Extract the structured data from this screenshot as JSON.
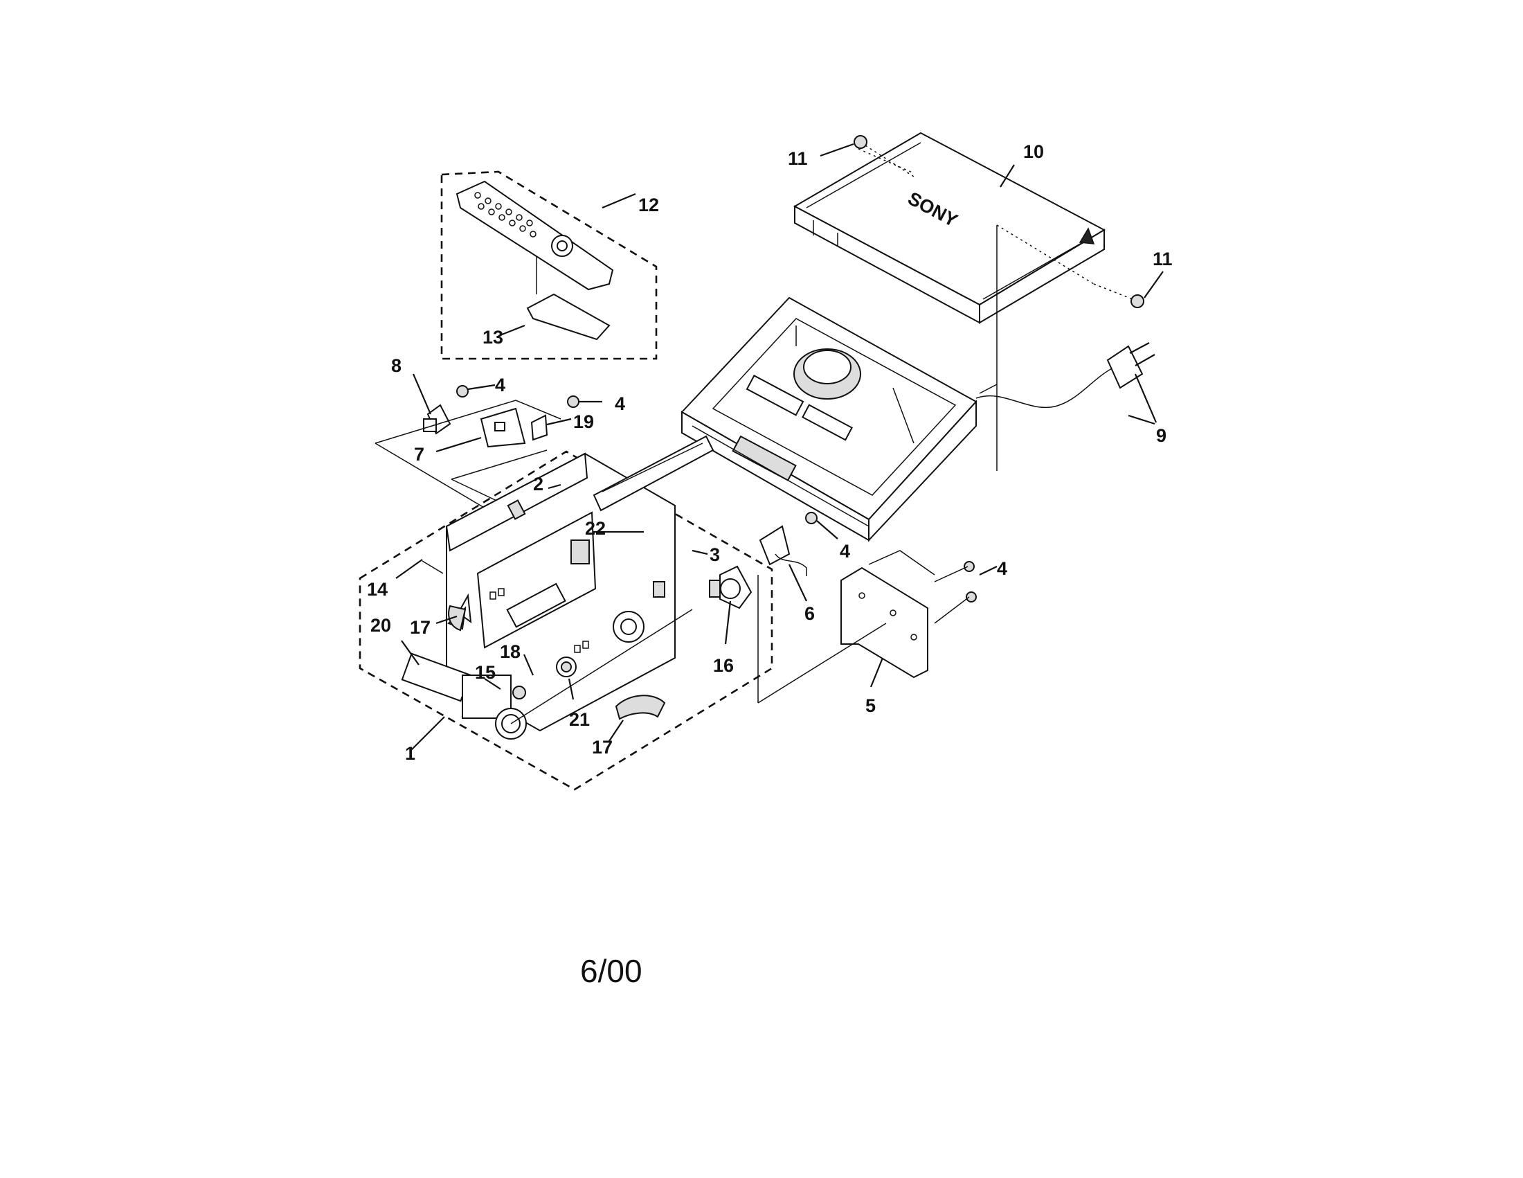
{
  "diagram": {
    "date_code": "6/00",
    "brand_mark": "SONY",
    "callouts": [
      {
        "id": "c1",
        "label": "1"
      },
      {
        "id": "c2",
        "label": "2"
      },
      {
        "id": "c3",
        "label": "3"
      },
      {
        "id": "c4a",
        "label": "4"
      },
      {
        "id": "c4b",
        "label": "4"
      },
      {
        "id": "c4c",
        "label": "4"
      },
      {
        "id": "c4d",
        "label": "4"
      },
      {
        "id": "c5",
        "label": "5"
      },
      {
        "id": "c6",
        "label": "6"
      },
      {
        "id": "c7",
        "label": "7"
      },
      {
        "id": "c8",
        "label": "8"
      },
      {
        "id": "c9",
        "label": "9"
      },
      {
        "id": "c10",
        "label": "10"
      },
      {
        "id": "c11a",
        "label": "11"
      },
      {
        "id": "c11b",
        "label": "11"
      },
      {
        "id": "c12",
        "label": "12"
      },
      {
        "id": "c13",
        "label": "13"
      },
      {
        "id": "c14",
        "label": "14"
      },
      {
        "id": "c15",
        "label": "15"
      },
      {
        "id": "c16",
        "label": "16"
      },
      {
        "id": "c17a",
        "label": "17"
      },
      {
        "id": "c17b",
        "label": "17"
      },
      {
        "id": "c18",
        "label": "18"
      },
      {
        "id": "c19",
        "label": "19"
      },
      {
        "id": "c20",
        "label": "20"
      },
      {
        "id": "c21",
        "label": "21"
      },
      {
        "id": "c22",
        "label": "22"
      }
    ]
  }
}
